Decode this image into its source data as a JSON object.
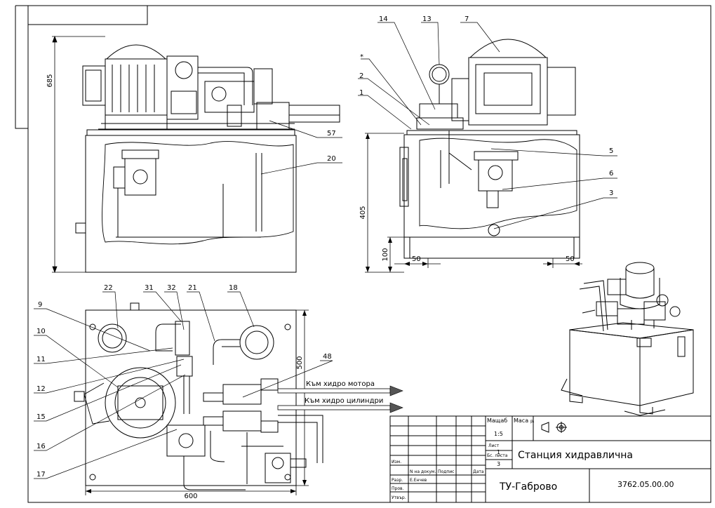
{
  "front_view": {
    "dim_height": "685",
    "callouts": {
      "c57": "57",
      "c20": "20"
    }
  },
  "side_view": {
    "dim_height": "405",
    "dim_feet": "100",
    "dim_left": "50",
    "dim_right": "50",
    "callouts": {
      "c14": "14",
      "c13": "13",
      "c7": "7",
      "star": "*",
      "c2": "2",
      "c1": "1",
      "c5": "5",
      "c6": "6",
      "c3": "3"
    }
  },
  "top_view": {
    "dim_width": "600",
    "dim_depth": "500",
    "callouts": {
      "c22": "22",
      "c31": "31",
      "c32": "32",
      "c21": "21",
      "c18": "18",
      "c9": "9",
      "c10": "10",
      "c11": "11",
      "c48": "48",
      "c12": "12",
      "c15": "15",
      "c16": "16",
      "c17": "17"
    },
    "flow_motor": "Към хидро мотора",
    "flow_cylinders": "Към хидро цилиндри"
  },
  "title_block": {
    "scale_label": "Мащаб",
    "scale_value": "1:5",
    "mass_label": "Маса",
    "mass_unit": "p.",
    "sheet_label": "Лист",
    "sheet_value": "1",
    "sheets_label": "Бс. листа",
    "sheets_value": "3",
    "title": "Станция хидравлична",
    "company": "ТУ-Габрово",
    "doc_number": "3762.05.00.00",
    "row_izm": "Изм.",
    "col_doc": "N на докум.",
    "col_sign": "Подпис",
    "col_date": "Дата",
    "row_razr": "Разр.",
    "razr_name": "Е.Енчев",
    "row_prov": "Пров.",
    "row_utv": "Утвър."
  },
  "colors": {
    "line": "#000000",
    "hidden": "#444444",
    "paper": "#ffffff",
    "arrow_fill": "#555555"
  }
}
